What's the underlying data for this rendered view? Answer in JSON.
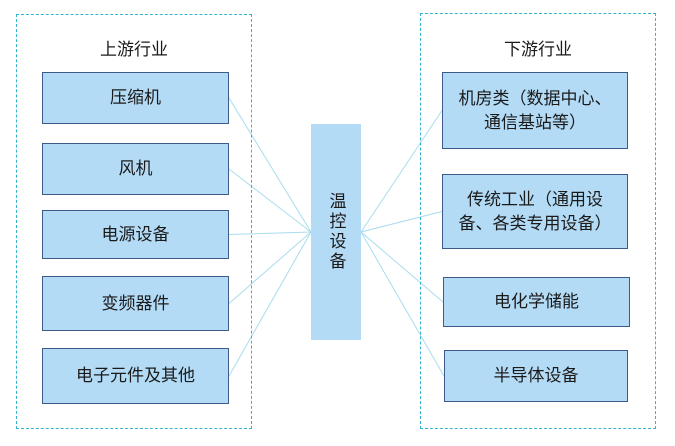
{
  "upstream": {
    "title": "上游行业",
    "items": [
      "压缩机",
      "风机",
      "电源设备",
      "变频器件",
      "电子元件及其他"
    ]
  },
  "center": {
    "label": "温控设备"
  },
  "downstream": {
    "title": "下游行业",
    "items": [
      {
        "line1": "机房类（数据中心、",
        "line2": "通信基站等）"
      },
      {
        "line1": "传统工业（通用设",
        "line2": "备、各类专用设备）"
      },
      {
        "line1": "电化学储能",
        "line2": ""
      },
      {
        "line1": "半导体设备",
        "line2": ""
      }
    ]
  },
  "colors": {
    "node_fill": "#b3dbf6",
    "node_border": "#3d5a8a",
    "group_border": "#35b3cf",
    "link": "#a9dcef"
  }
}
